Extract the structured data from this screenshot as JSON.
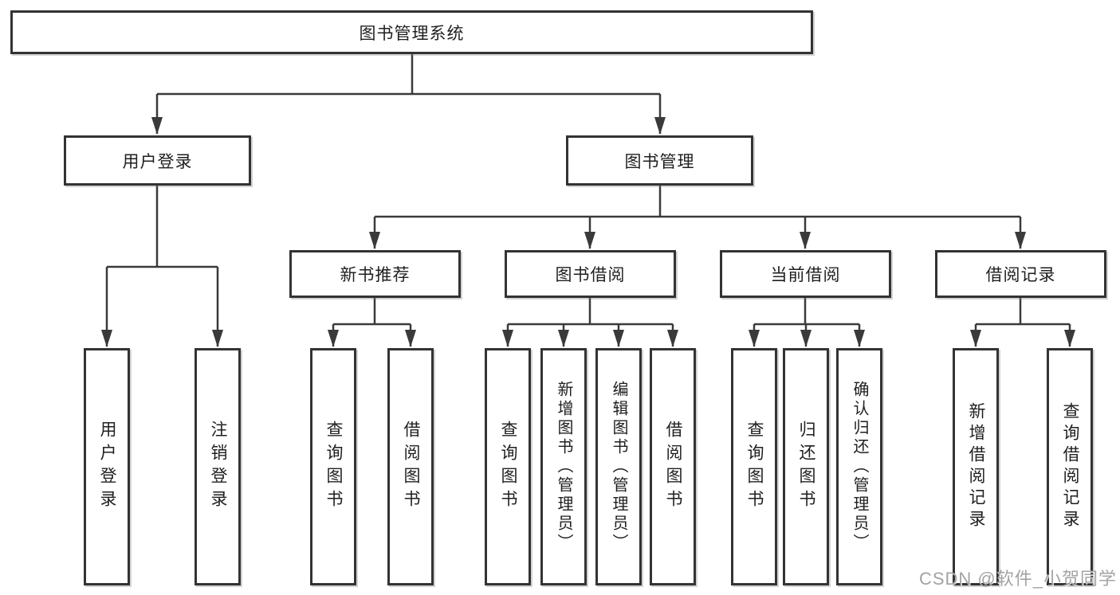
{
  "tree": {
    "label": "图书管理系统",
    "children": [
      {
        "label": "用户登录",
        "children": [
          {
            "label": "用户登录"
          },
          {
            "label": "注销登录"
          }
        ]
      },
      {
        "label": "图书管理",
        "children": [
          {
            "label": "新书推荐",
            "children": [
              {
                "label": "查询图书"
              },
              {
                "label": "借阅图书"
              }
            ]
          },
          {
            "label": "图书借阅",
            "children": [
              {
                "label": "查询图书"
              },
              {
                "label": "新增图书（管理员）"
              },
              {
                "label": "编辑图书（管理员）"
              },
              {
                "label": "借阅图书"
              }
            ]
          },
          {
            "label": "当前借阅",
            "children": [
              {
                "label": "查询图书"
              },
              {
                "label": "归还图书"
              },
              {
                "label": "确认归还（管理员）"
              }
            ]
          },
          {
            "label": "借阅记录",
            "children": [
              {
                "label": "新增借阅记录"
              },
              {
                "label": "查询借阅记录"
              }
            ]
          }
        ]
      }
    ]
  },
  "watermark": {
    "text": "CSDN @软件_小贺同学"
  },
  "colors": {
    "line": "#3a3a3a",
    "box_border": "#333333",
    "text": "#1f1f1f",
    "background": "#ffffff",
    "watermark": "#a3a3a3"
  }
}
